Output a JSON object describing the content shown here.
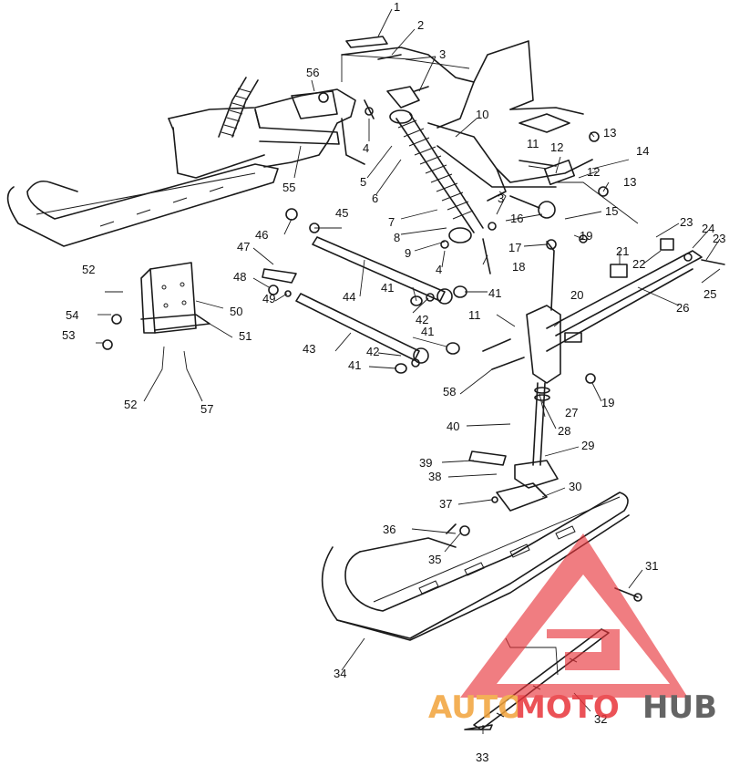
{
  "labels": {
    "l1": "1",
    "l2": "2",
    "l3a": "3",
    "l3b": "3",
    "l4a": "4",
    "l4b": "4",
    "l5": "5",
    "l6": "6",
    "l7": "7",
    "l8": "8",
    "l9": "9",
    "l10": "10",
    "l11a": "11",
    "l11b": "11",
    "l12a": "12",
    "l12b": "12",
    "l13a": "13",
    "l13b": "13",
    "l14": "14",
    "l15": "15",
    "l16": "16",
    "l17": "17",
    "l18": "18",
    "l19a": "19",
    "l19b": "19",
    "l20": "20",
    "l21": "21",
    "l22": "22",
    "l23a": "23",
    "l23b": "23",
    "l24": "24",
    "l25": "25",
    "l26": "26",
    "l27": "27",
    "l28": "28",
    "l29": "29",
    "l30": "30",
    "l31": "31",
    "l32": "32",
    "l33": "33",
    "l34": "34",
    "l35": "35",
    "l36": "36",
    "l37": "37",
    "l38": "38",
    "l39": "39",
    "l40": "40",
    "l41a": "41",
    "l41b": "41",
    "l41c": "41",
    "l41d": "41",
    "l42a": "42",
    "l42b": "42",
    "l43": "43",
    "l44": "44",
    "l45": "45",
    "l46": "46",
    "l47": "47",
    "l48": "48",
    "l49": "49",
    "l50": "50",
    "l51": "51",
    "l52a": "52",
    "l52b": "52",
    "l53": "53",
    "l54": "54",
    "l55": "55",
    "l56": "56",
    "l57": "57",
    "l58": "58"
  },
  "watermark": {
    "part1": "AUTO",
    "part2": "MOTO",
    "part3": "HUB",
    "color_accent": "#e8343a",
    "color_secondary": "#f2a33a",
    "color_dark": "#4a4a4a",
    "icon": "triangle-logo"
  },
  "colors": {
    "line": "#1a1a1a",
    "background": "#ffffff"
  }
}
